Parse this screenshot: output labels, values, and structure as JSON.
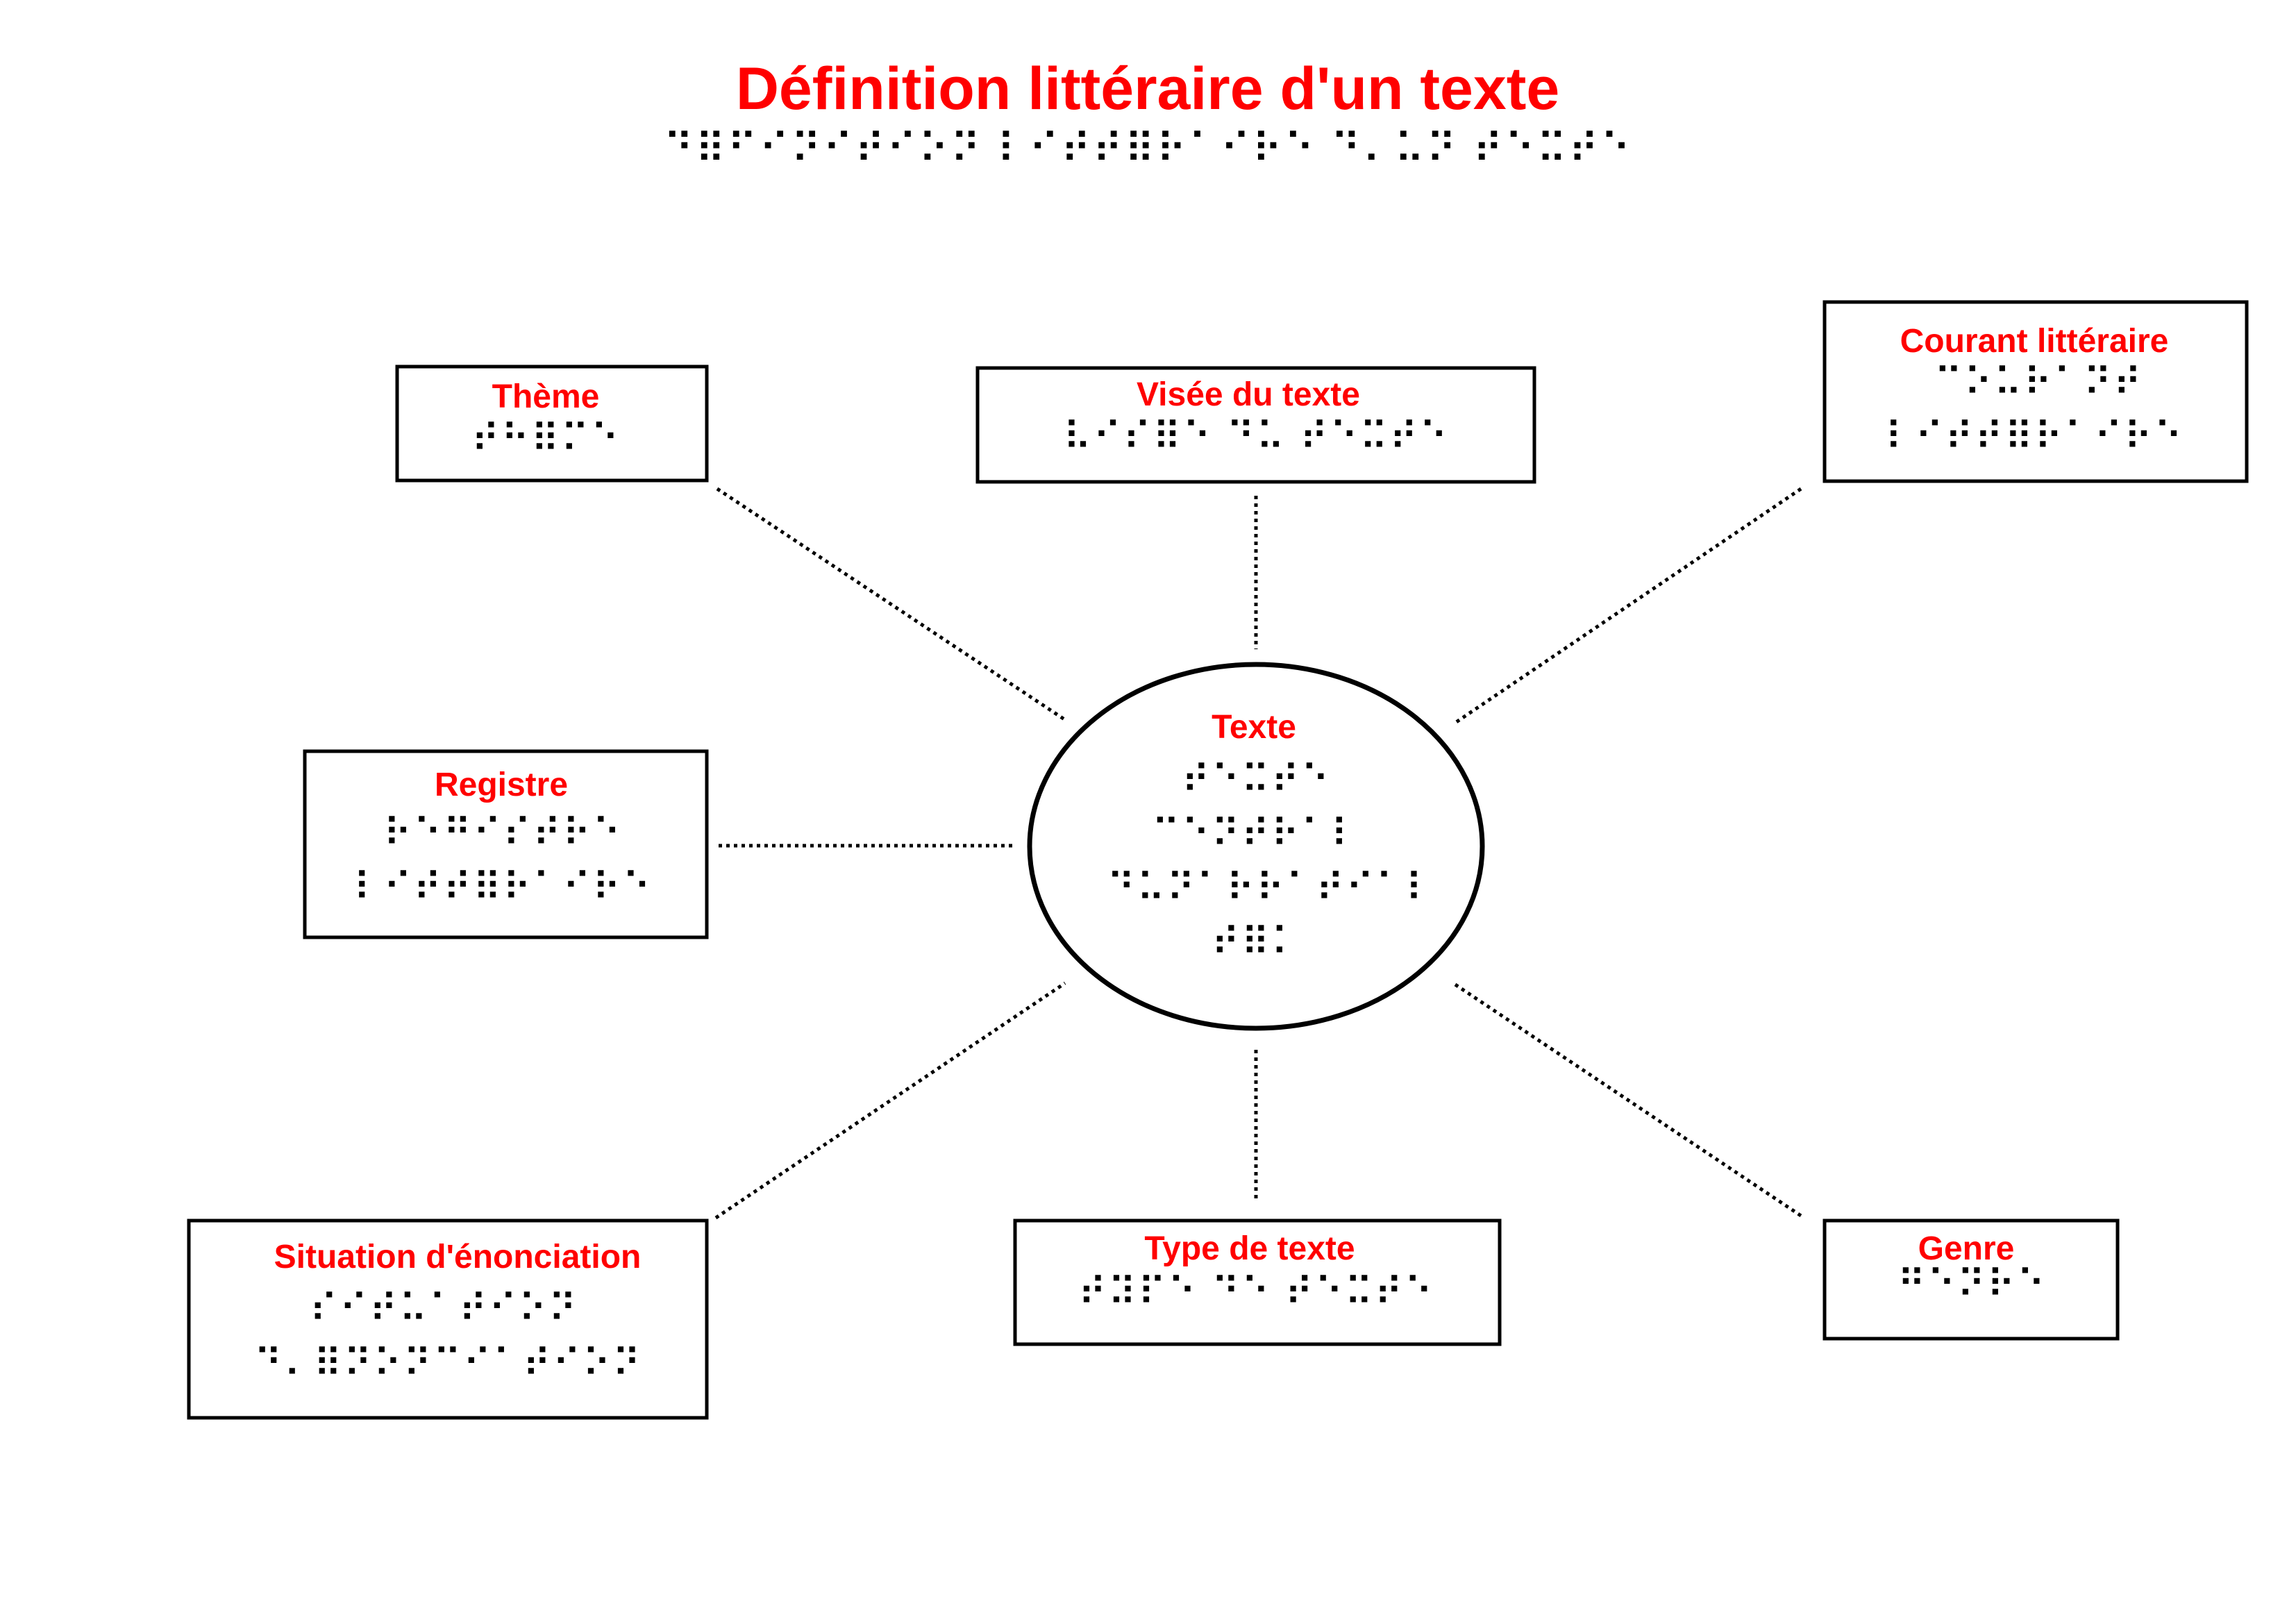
{
  "title": "Définition littéraire d'un texte",
  "title_braille": "⠙⠿⠋⠊⠝⠊⠞⠊⠕⠝ ⠇⠊⠞⠞⠿⠗⠁⠊⠗⠑ ⠙⠄⠥⠝ ⠞⠑⠭⠞⠑",
  "colors": {
    "label": "#ff0000",
    "stroke": "#000000",
    "background": "#ffffff"
  },
  "center": {
    "label": "Texte",
    "braille": [
      "⠞⠑⠭⠞⠑",
      "⠉⠑⠝⠞⠗⠁⠇",
      "⠀⠙⠥⠝⠁⠗⠗⠁⠞⠊⠁⠇",
      "⠞⠿⠅"
    ]
  },
  "nodes": {
    "theme": {
      "label": "Thème",
      "braille": [
        "⠞⠓⠿⠍⠑"
      ]
    },
    "visee": {
      "label": "Visée du texte",
      "braille": [
        "⠧⠊⠎⠿⠑ ⠙⠥ ⠞⠑⠭⠞⠑"
      ]
    },
    "courant": {
      "label": "Courant littéraire",
      "braille": [
        "⠉⠕⠥⠗⠁⠝⠞",
        "⠇⠊⠞⠞⠿⠗⠁⠊⠗⠑"
      ]
    },
    "registre": {
      "label": "Registre",
      "braille": [
        "⠗⠑⠛⠊⠎⠞⠗⠑",
        "⠇⠊⠞⠞⠿⠗⠁⠊⠗⠑"
      ]
    },
    "situation": {
      "label": "Situation d'énonciation",
      "braille": [
        "⠎⠊⠞⠥⠁⠞⠊⠕⠝",
        "⠙⠄⠿⠝⠕⠝⠉⠊⠁⠞⠊⠕⠝"
      ]
    },
    "type": {
      "label": "Type de texte",
      "braille": [
        "⠞⠽⠏⠑ ⠙⠑ ⠞⠑⠭⠞⠑"
      ]
    },
    "genre": {
      "label": "Genre",
      "braille": [
        "⠛⠑⠝⠗⠑"
      ]
    }
  }
}
